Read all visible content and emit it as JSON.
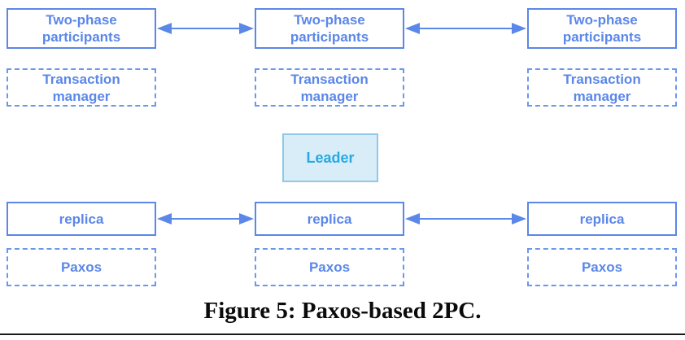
{
  "figure": {
    "caption": "Figure 5: Paxos-based 2PC.",
    "leader_label": "Leader",
    "columns": [
      {
        "participant": "Two-phase participants",
        "manager": "Transaction manager",
        "replica": "replica",
        "paxos": "Paxos"
      },
      {
        "participant": "Two-phase participants",
        "manager": "Transaction manager",
        "replica": "replica",
        "paxos": "Paxos"
      },
      {
        "participant": "Two-phase participants",
        "manager": "Transaction manager",
        "replica": "replica",
        "paxos": "Paxos"
      }
    ]
  },
  "colors": {
    "node-blue": "#5b87e8",
    "dashed-blue": "#6d97ea",
    "leader-fill": "#d8edf8",
    "leader-border": "#8fc9e9",
    "leader-text": "#29a9e1",
    "caption-color": "#0b0b0b",
    "rule-color": "#1a1a1a"
  }
}
